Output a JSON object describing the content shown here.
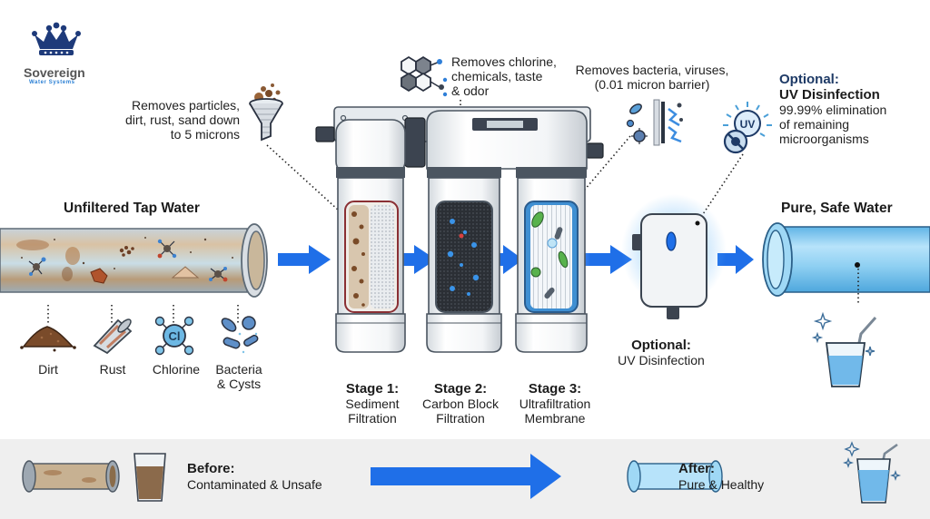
{
  "brand": {
    "name": "Sovereign",
    "tagline": "Water Systems",
    "icon": "crown-icon",
    "color": "#1e3a7a"
  },
  "colors": {
    "flow_arrow": "#1f6fe8",
    "clean_water": "#8fd0f2",
    "dirty_water": "#b08a5e",
    "band_bg": "#efefef"
  },
  "source": {
    "title": "Unfiltered Tap Water",
    "contaminants": [
      {
        "label": "Dirt",
        "icon": "dirt-pile-icon"
      },
      {
        "label": "Rust",
        "icon": "rusty-pipe-icon"
      },
      {
        "label": "Chlorine",
        "icon": "chlorine-molecule-icon",
        "symbol": "Cl"
      },
      {
        "label": "Bacteria\n& Cysts",
        "label_line1": "Bacteria",
        "label_line2": "& Cysts",
        "icon": "bacteria-icon"
      }
    ]
  },
  "callouts": {
    "sediment": {
      "lines": [
        "Removes particles,",
        "dirt, rust, sand down",
        "to 5 microns"
      ],
      "icon": "funnel-icon"
    },
    "carbon": {
      "lines": [
        "Removes chlorine,",
        "chemicals, taste",
        "& odor"
      ],
      "icon": "molecule-icon"
    },
    "membrane": {
      "lines": [
        "Removes bacteria, viruses,",
        "(0.01 micron barrier)"
      ],
      "icon": "membrane-barrier-icon"
    },
    "uv": {
      "title_line1": "Optional:",
      "title_line2": "UV Disinfection",
      "lines": [
        "99.99% elimination",
        "of remaining",
        "microorganisms"
      ],
      "icon": "uv-sun-icon",
      "badge": "UV"
    }
  },
  "stages": [
    {
      "title": "Stage 1:",
      "line1": "Sediment",
      "line2": "Filtration"
    },
    {
      "title": "Stage 2:",
      "line1": "Carbon Block",
      "line2": "Filtration"
    },
    {
      "title": "Stage 3:",
      "line1": "Ultrafiltration",
      "line2": "Membrane"
    }
  ],
  "uv_unit": {
    "title": "Optional:",
    "subtitle": "UV Disinfection"
  },
  "output": {
    "title": "Pure, Safe Water",
    "icon": "water-glass-icon"
  },
  "comparison": {
    "before": {
      "title": "Before:",
      "subtitle": "Contaminated & Unsafe"
    },
    "after": {
      "title": "After:",
      "subtitle": "Pure & Healthy"
    }
  }
}
